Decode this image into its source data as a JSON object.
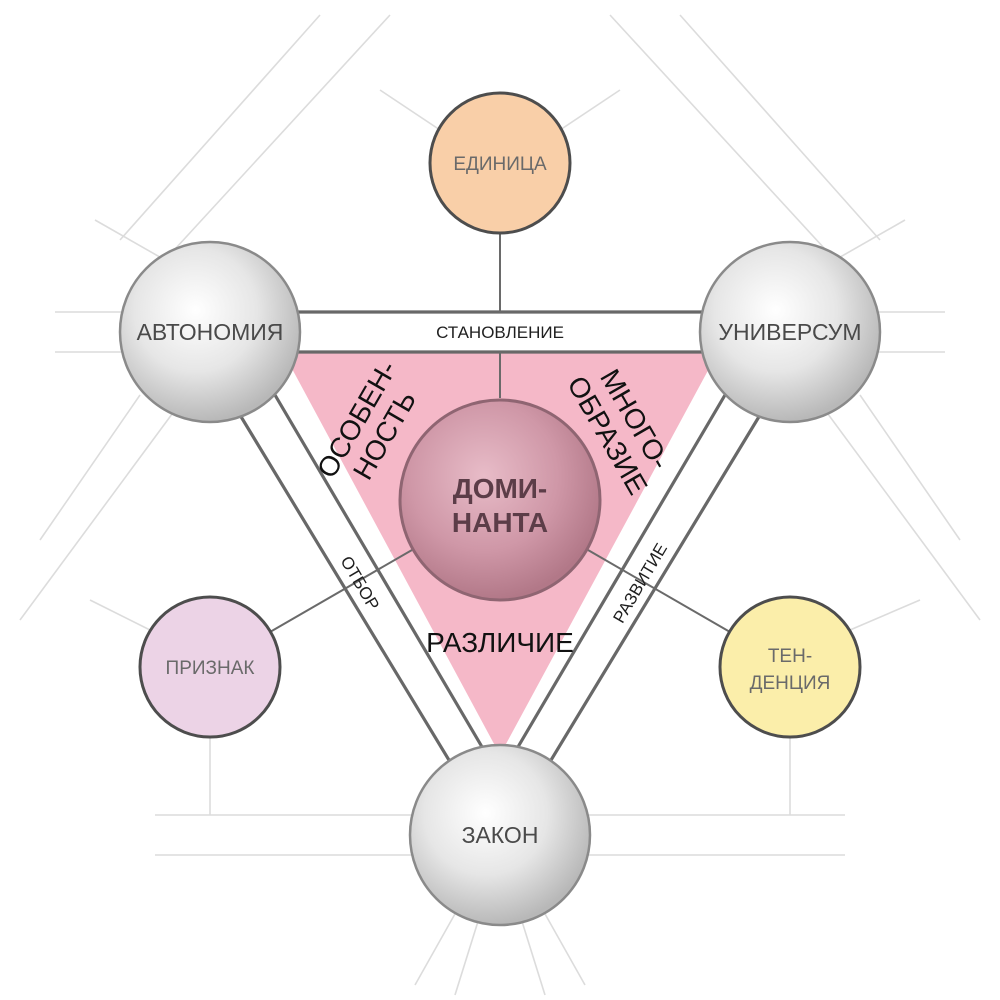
{
  "nodes": {
    "top": "ЕДИНИЦА",
    "left_upper": "АВТОНОМИЯ",
    "right_upper": "УНИВЕРСУМ",
    "left_lower": "ПРИЗНАК",
    "right_lower_line1": "ТЕН-",
    "right_lower_line2": "ДЕНЦИЯ",
    "bottom": "ЗАКОН",
    "center_line1": "ДОМИ-",
    "center_line2": "НАНТА"
  },
  "bands": {
    "top": "СТАНОВЛЕНИЕ",
    "left": "ОТБОР",
    "right": "РАЗВИТИЕ"
  },
  "zones": {
    "left_line1": "ОСОБЕН-",
    "left_line2": "НОСТЬ",
    "right_line1": "МНОГО-",
    "right_line2": "ОБРАЗИЕ",
    "bottom": "РАЗЛИЧИЕ"
  },
  "colors": {
    "triangle_fill": "#f5b8c8",
    "center_fill": "#c98e9e",
    "node_gray": "#d9d9d9",
    "node_peach": "#f9cfa8",
    "node_lavender": "#ecd3e6",
    "node_yellow": "#fbeeaa",
    "line": "#666666"
  }
}
